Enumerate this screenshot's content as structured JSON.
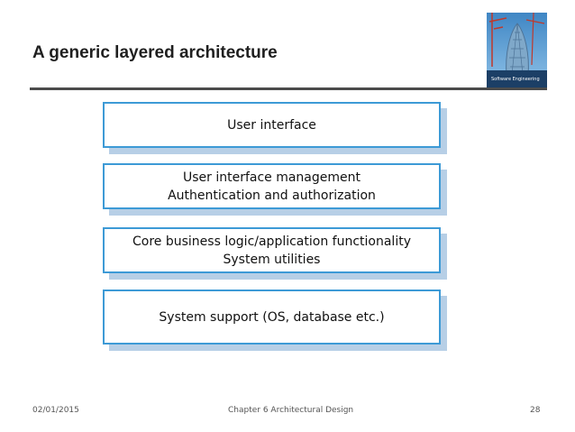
{
  "slide": {
    "title": "A generic layered architecture"
  },
  "cover": {
    "caption": "Software Engineering"
  },
  "layers": [
    {
      "lines": [
        "User interface"
      ]
    },
    {
      "lines": [
        "User interface management",
        "Authentication and authorization"
      ]
    },
    {
      "lines": [
        "Core business logic/application functionality",
        "System utilities"
      ]
    },
    {
      "lines": [
        "System support (OS, database etc.)"
      ]
    }
  ],
  "footer": {
    "date": "02/01/2015",
    "center": "Chapter 6 Architectural Design",
    "page": "28"
  },
  "colors": {
    "layer_border": "#3d9ad6",
    "layer_shadow": "#b7cfe6",
    "title_rule": "#4b4b4b"
  }
}
